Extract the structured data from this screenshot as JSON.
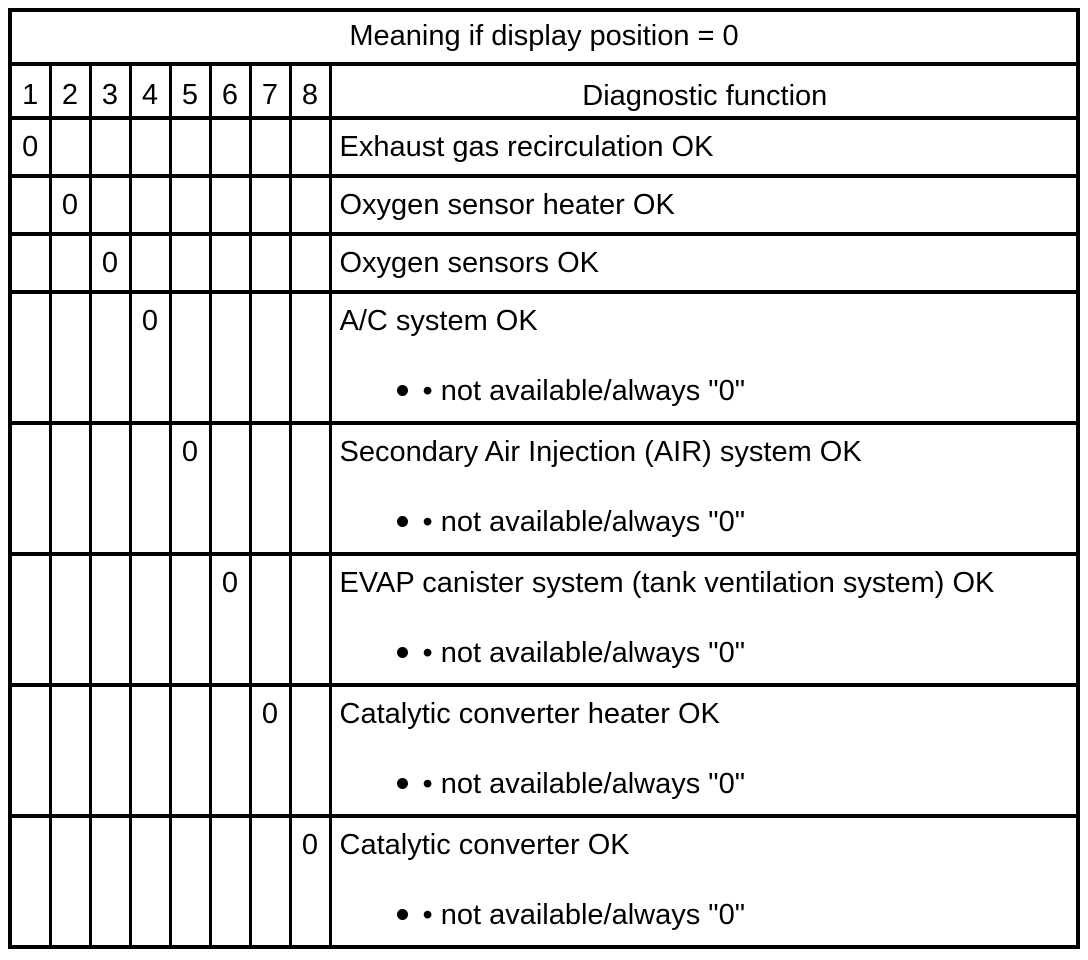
{
  "table": {
    "title": "Meaning if display position = 0",
    "position_headers": [
      "1",
      "2",
      "3",
      "4",
      "5",
      "6",
      "7",
      "8"
    ],
    "function_header": "Diagnostic function",
    "rows": [
      {
        "position": "1",
        "value": "0",
        "function": "Exhaust gas recirculation OK"
      },
      {
        "position": "2",
        "value": "0",
        "function": "Oxygen sensor heater OK"
      },
      {
        "position": "3",
        "value": "0",
        "function": "Oxygen sensors OK"
      },
      {
        "position": "4",
        "value": "0",
        "function": "A/C system OK",
        "note": "• not available/always \"0\""
      },
      {
        "position": "5",
        "value": "0",
        "function": "Secondary Air Injection (AIR) system OK",
        "note": "• not available/always \"0\""
      },
      {
        "position": "6",
        "value": "0",
        "function": "EVAP canister system (tank ventilation system) OK",
        "note": "• not available/always \"0\""
      },
      {
        "position": "7",
        "value": "0",
        "function": "Catalytic converter heater OK",
        "note": "• not available/always \"0\""
      },
      {
        "position": "8",
        "value": "0",
        "function": "Catalytic converter OK",
        "note": "• not available/always \"0\""
      }
    ]
  }
}
